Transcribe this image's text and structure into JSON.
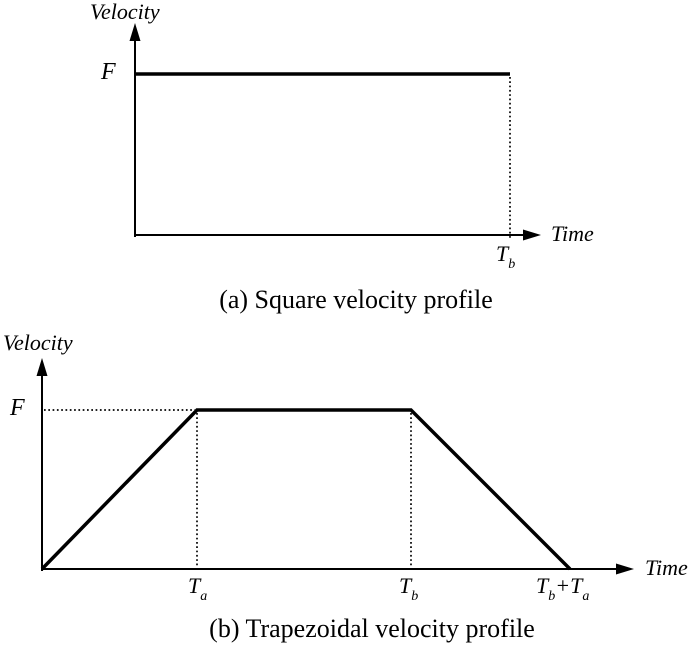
{
  "figure": {
    "chart_a": {
      "y_axis_label": "Velocity",
      "x_axis_label": "Time",
      "peak_label": "F",
      "t_end": {
        "base": "T",
        "sub": "b"
      },
      "caption": "(a) Square velocity profile"
    },
    "chart_b": {
      "y_axis_label": "Velocity",
      "x_axis_label": "Time",
      "peak_label": "F",
      "t_accel": {
        "base": "T",
        "sub": "a"
      },
      "t_decel": {
        "base": "T",
        "sub": "b"
      },
      "t_end": {
        "base1": "T",
        "sub1": "b",
        "plus": "+",
        "base2": "T",
        "sub2": "a"
      },
      "caption": "(b) Trapezoidal velocity profile"
    }
  },
  "colors": {
    "line": "#000000",
    "background": "#ffffff"
  },
  "chart_data": [
    {
      "type": "line",
      "title": "(a) Square velocity profile",
      "xlabel": "Time",
      "ylabel": "Velocity",
      "x_ticks": [
        "T_b"
      ],
      "y_ticks": [
        "F"
      ],
      "series": [
        {
          "name": "square velocity profile",
          "points": [
            [
              "0",
              "F"
            ],
            [
              "T_b",
              "F"
            ]
          ]
        }
      ],
      "annotations": [
        "dotted vertical reference line at T_b from F down to time axis"
      ],
      "grid": false,
      "legend": false
    },
    {
      "type": "line",
      "title": "(b) Trapezoidal velocity profile",
      "xlabel": "Time",
      "ylabel": "Velocity",
      "x_ticks": [
        "T_a",
        "T_b",
        "T_b+T_a"
      ],
      "y_ticks": [
        "F"
      ],
      "series": [
        {
          "name": "trapezoidal velocity profile",
          "points": [
            [
              "0",
              "0"
            ],
            [
              "T_a",
              "F"
            ],
            [
              "T_b",
              "F"
            ],
            [
              "T_b+T_a",
              "0"
            ]
          ]
        }
      ],
      "annotations": [
        "dotted horizontal reference line at F from velocity axis to T_a",
        "dotted vertical reference line at T_a from F down to time axis",
        "dotted vertical reference line at T_b from F down to time axis"
      ],
      "grid": false,
      "legend": false
    }
  ]
}
